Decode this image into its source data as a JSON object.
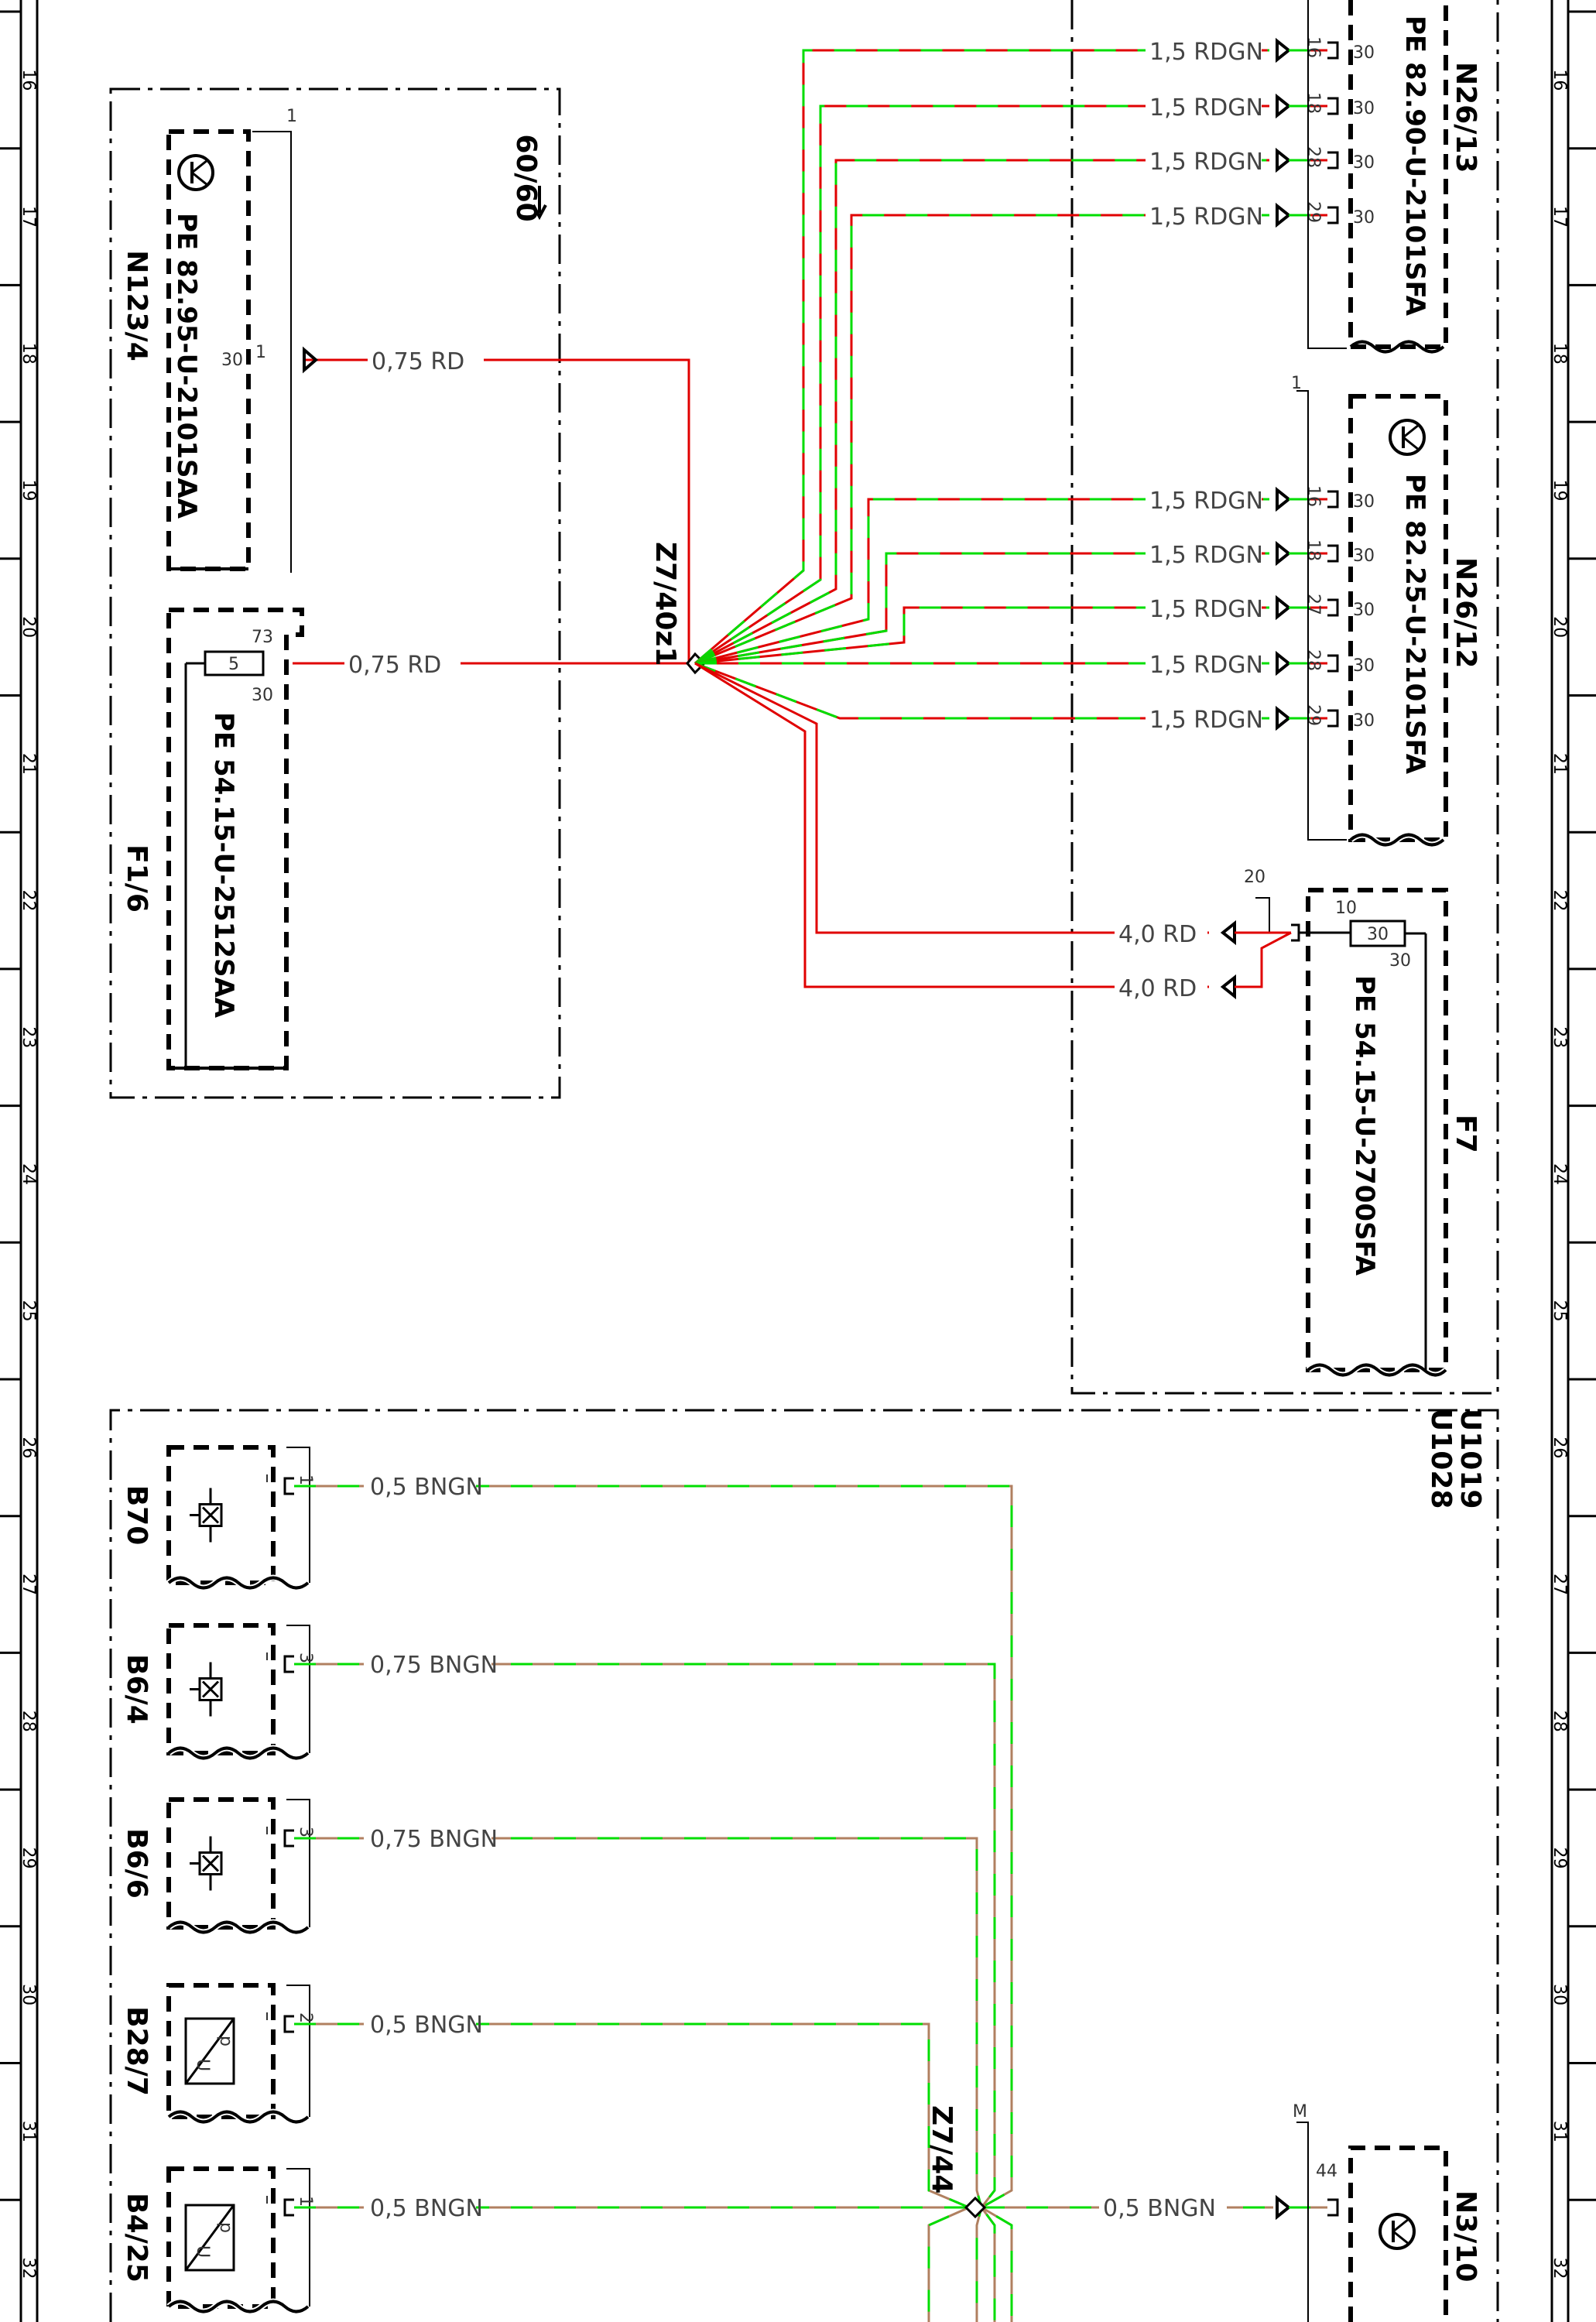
{
  "grid": {
    "rows": [
      "16",
      "17",
      "18",
      "19",
      "20",
      "21",
      "22",
      "23",
      "24",
      "25",
      "26",
      "27",
      "28",
      "29",
      "30",
      "31",
      "32"
    ]
  },
  "upper_group": {
    "label_a": "U1019",
    "label_b": "U1028",
    "ref": "60/60"
  },
  "components": {
    "n123_4": {
      "label": "N123/4",
      "pe": "PE 82.95-U-2101SAA",
      "pin": "1",
      "term": "30",
      "connector": "1"
    },
    "f1_6": {
      "label": "F1/6",
      "pe": "PE 54.15-U-2512SAA",
      "fuse": "5",
      "pin_a": "73",
      "pin_b": "30"
    },
    "n26_13": {
      "label": "N26/13",
      "pe": "PE 82.90-U-2101SFA",
      "pins": [
        "16",
        "18",
        "28",
        "29"
      ],
      "term": "30"
    },
    "n26_12": {
      "label": "N26/12",
      "pe": "PE 82.25-U-2101SFA",
      "pins": [
        "16",
        "18",
        "27",
        "28",
        "29"
      ],
      "term": "30",
      "connector": "1"
    },
    "f7": {
      "label": "F7",
      "pe": "PE 54.15-U-2700SFA",
      "fuse": "30",
      "pin_a": "10",
      "pin_b": "30",
      "connector": "20"
    },
    "b70": {
      "label": "B70",
      "pin": "1"
    },
    "b6_4": {
      "label": "B6/4",
      "pin": "3"
    },
    "b6_6": {
      "label": "B6/6",
      "pin": "3"
    },
    "b28_7": {
      "label": "B28/7",
      "pin": "2",
      "sym_a": "p",
      "sym_b": "U"
    },
    "b4_25": {
      "label": "B4/25",
      "pin": "1",
      "sym_a": "p",
      "sym_b": "U"
    },
    "n3_10": {
      "label": "N3/10",
      "pin": "44",
      "connector": "M"
    }
  },
  "splices": {
    "z7_40z1": "Z7/40z1",
    "z7_44": "Z7/44"
  },
  "wires": {
    "n123_4": "0,75 RD",
    "f1_6": "0,75 RD",
    "n26_13": [
      "1,5 RDGN",
      "1,5 RDGN",
      "1,5 RDGN",
      "1,5 RDGN"
    ],
    "n26_12": [
      "1,5 RDGN",
      "1,5 RDGN",
      "1,5 RDGN",
      "1,5 RDGN",
      "1,5 RDGN"
    ],
    "f7": [
      "4,0 RD",
      "4,0 RD"
    ],
    "b70": "0,5 BNGN",
    "b6_4": "0,75 BNGN",
    "b6_6": "0,75 BNGN",
    "b28_7": "0,5 BNGN",
    "b4_25": "0,5 BNGN",
    "n3_10": "0,5 BNGN"
  },
  "colors": {
    "red": "#e00000",
    "green": "#00dd00",
    "brown": "#b08060",
    "black": "#000000"
  }
}
